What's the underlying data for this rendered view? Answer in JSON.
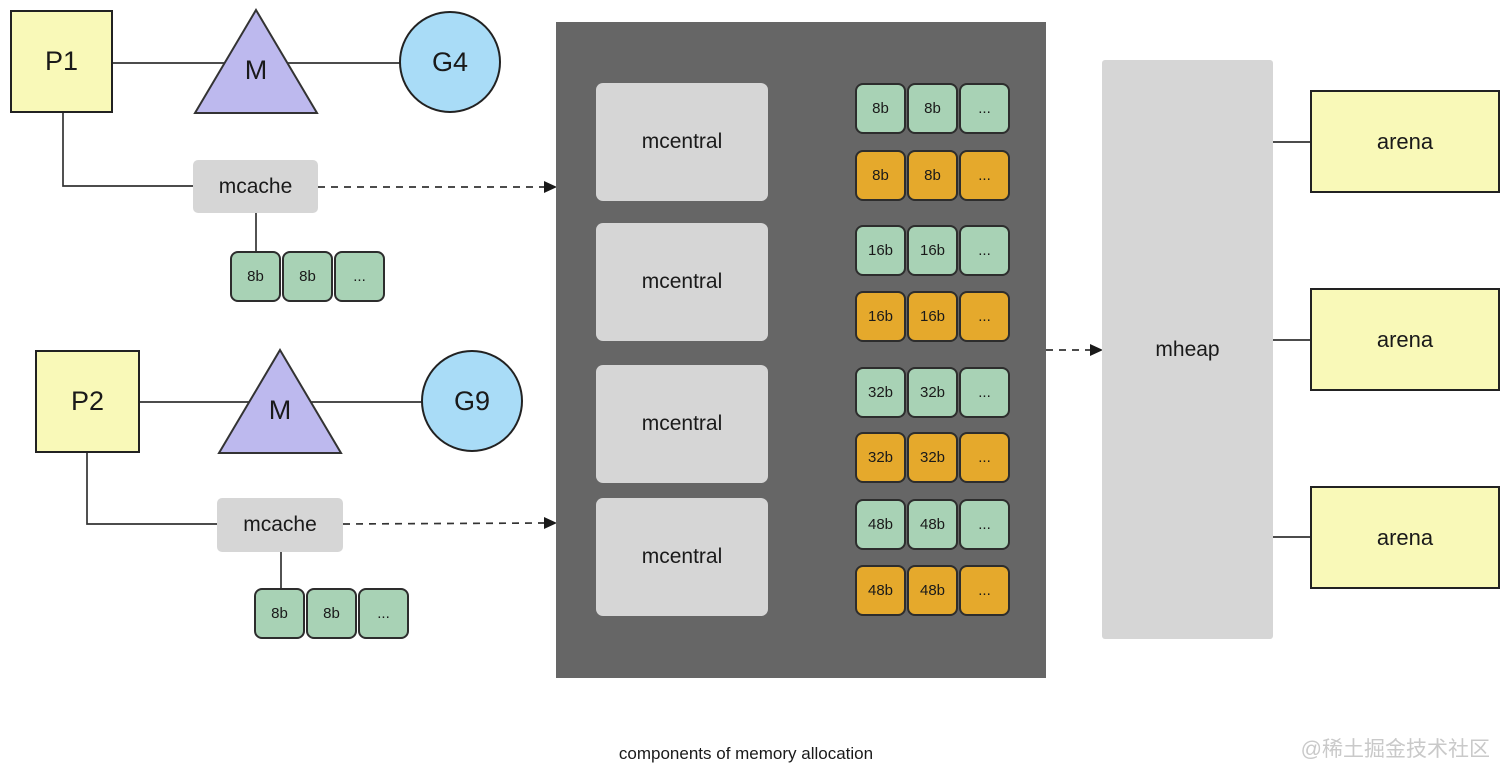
{
  "caption": "components of memory allocation",
  "watermark": "@稀土掘金技术社区",
  "colors": {
    "yellow": "#f9f9b8",
    "lavender": "#bdb9ee",
    "blue": "#a9dcf7",
    "gray_box": "#d6d6d6",
    "dark_panel": "#666666",
    "green_cell": "#a8d2b5",
    "orange_cell": "#e5a92c"
  },
  "clusters": [
    {
      "processor": "P1",
      "machine": "M",
      "goroutine": "G4",
      "mcache": "mcache",
      "cells": [
        "8b",
        "8b",
        "..."
      ]
    },
    {
      "processor": "P2",
      "machine": "M",
      "goroutine": "G9",
      "mcache": "mcache",
      "cells": [
        "8b",
        "8b",
        "..."
      ]
    }
  ],
  "central_panel": {
    "groups": [
      {
        "label": "mcentral",
        "free_spans": [
          "8b",
          "8b",
          "..."
        ],
        "full_spans": [
          "8b",
          "8b",
          "..."
        ]
      },
      {
        "label": "mcentral",
        "free_spans": [
          "16b",
          "16b",
          "..."
        ],
        "full_spans": [
          "16b",
          "16b",
          "..."
        ]
      },
      {
        "label": "mcentral",
        "free_spans": [
          "32b",
          "32b",
          "..."
        ],
        "full_spans": [
          "32b",
          "32b",
          "..."
        ]
      },
      {
        "label": "mcentral",
        "free_spans": [
          "48b",
          "48b",
          "..."
        ],
        "full_spans": [
          "48b",
          "48b",
          "..."
        ]
      }
    ]
  },
  "heap": {
    "label": "mheap",
    "arenas": [
      {
        "label": "arena"
      },
      {
        "label": "arena"
      },
      {
        "label": "arena"
      }
    ]
  }
}
